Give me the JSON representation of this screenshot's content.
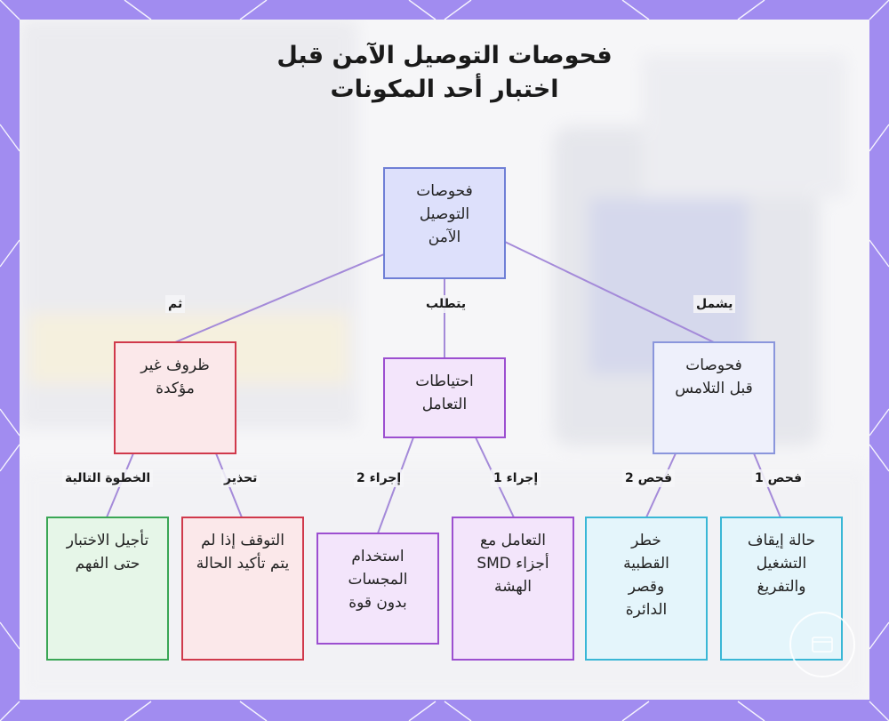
{
  "title": {
    "line1": "فحوصات التوصيل الآمن قبل",
    "line2": "اختبار أحد المكونات"
  },
  "nodes": {
    "root": "فحوصات التوصيل الآمن",
    "uncertain": "ظروف غير مؤكدة",
    "handling": "احتياطات التعامل",
    "precontact": "فحوصات قبل التلامس",
    "postpone": "تأجيل الاختبار حتى الفهم",
    "stop": "التوقف إذا لم يتم تأكيد الحالة",
    "probes": "استخدام المجسات بدون قوة",
    "smd": "التعامل مع أجزاء SMD الهشة",
    "polarity": "خطر القطبية وقصر الدائرة",
    "power": "حالة إيقاف التشغيل والتفريغ"
  },
  "edges": {
    "then": "ثم",
    "requires": "يتطلب",
    "includes": "يشمل",
    "next_step": "الخطوة التالية",
    "warning": "تحذير",
    "action2": "إجراء 2",
    "action1": "إجراء 1",
    "check2": "فحص 2",
    "check1": "فحص 1"
  },
  "colors": {
    "frame": "#a18cf0",
    "panel": "#f6f6f8",
    "connector": "#a48ad9",
    "blue": "#6f7fd6",
    "purple": "#9c4fd0",
    "red": "#d0394b",
    "green": "#3aa655",
    "cyan": "#39b7d6"
  }
}
